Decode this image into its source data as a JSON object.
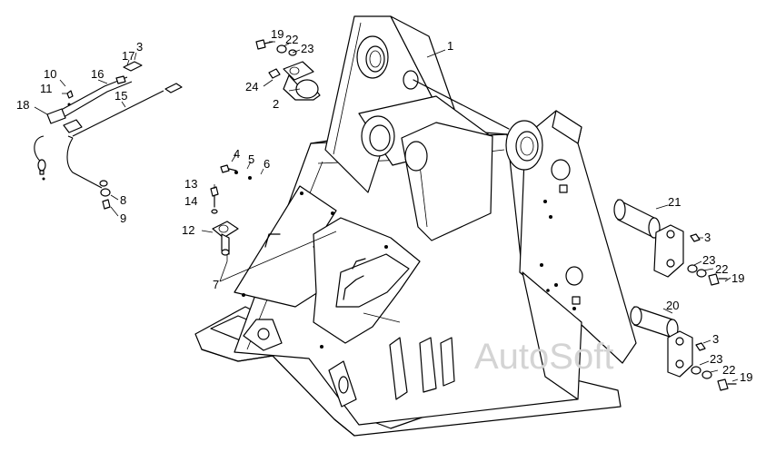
{
  "watermark": "AutoSoft",
  "callouts": [
    {
      "id": "c1",
      "text": "1"
    },
    {
      "id": "c2",
      "text": "2"
    },
    {
      "id": "c3a",
      "text": "3"
    },
    {
      "id": "c3b",
      "text": "3"
    },
    {
      "id": "c3c",
      "text": "3"
    },
    {
      "id": "c4",
      "text": "4"
    },
    {
      "id": "c5",
      "text": "5"
    },
    {
      "id": "c6",
      "text": "6"
    },
    {
      "id": "c7",
      "text": "7"
    },
    {
      "id": "c8",
      "text": "8"
    },
    {
      "id": "c9",
      "text": "9"
    },
    {
      "id": "c10",
      "text": "10"
    },
    {
      "id": "c11",
      "text": "11"
    },
    {
      "id": "c12",
      "text": "12"
    },
    {
      "id": "c13",
      "text": "13"
    },
    {
      "id": "c14",
      "text": "14"
    },
    {
      "id": "c15",
      "text": "15"
    },
    {
      "id": "c16",
      "text": "16"
    },
    {
      "id": "c17",
      "text": "17"
    },
    {
      "id": "c18",
      "text": "18"
    },
    {
      "id": "c19a",
      "text": "19"
    },
    {
      "id": "c19b",
      "text": "19"
    },
    {
      "id": "c19c",
      "text": "19"
    },
    {
      "id": "c20",
      "text": "20"
    },
    {
      "id": "c21",
      "text": "21"
    },
    {
      "id": "c22a",
      "text": "22"
    },
    {
      "id": "c22b",
      "text": "22"
    },
    {
      "id": "c22c",
      "text": "22"
    },
    {
      "id": "c23a",
      "text": "23"
    },
    {
      "id": "c23b",
      "text": "23"
    },
    {
      "id": "c23c",
      "text": "23"
    },
    {
      "id": "c24",
      "text": "24"
    }
  ]
}
